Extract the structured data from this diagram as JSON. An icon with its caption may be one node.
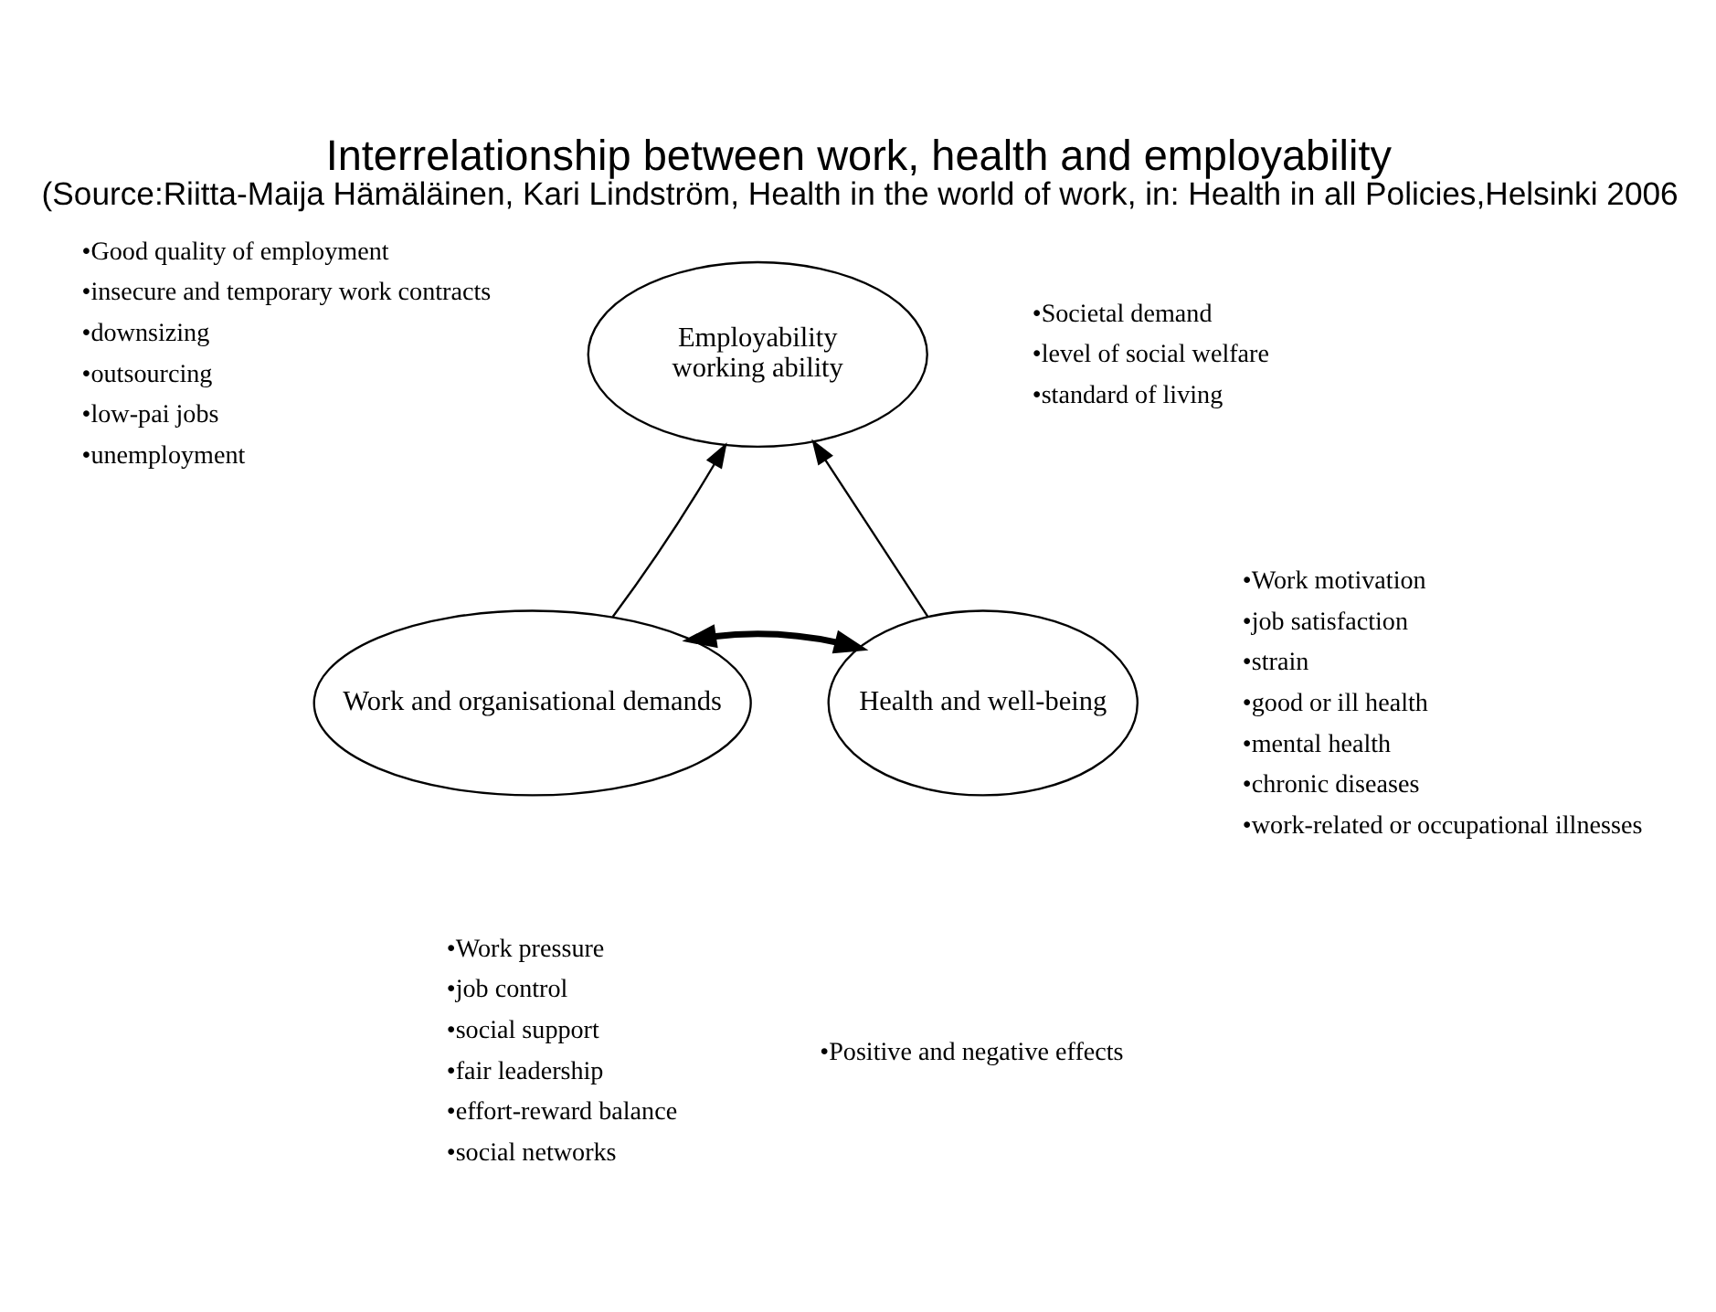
{
  "diagram": {
    "title": "Interrelationship between work, health and employability",
    "caption": "(Source:Riitta-Maija Hämäläinen, Kari Lindström, Health in the world of work, in: Health in all Policies,Helsinki 2006",
    "nodes": [
      {
        "text": [
          "Employability",
          "working ability"
        ]
      },
      {
        "text": [
          "Work and organisational demands"
        ]
      },
      {
        "text": [
          "Health and well-being"
        ]
      }
    ],
    "edges": [
      {
        "from": 1,
        "to": 0,
        "arrow": "to"
      },
      {
        "from": 2,
        "to": 0,
        "arrow": "to"
      },
      {
        "from": 1,
        "to": 2,
        "arrow": "both",
        "style": "thick"
      }
    ],
    "labels": [
      "•Good quality of employment",
      "•insecure and temporary work contracts",
      "•downsizing",
      "•outsourcing",
      "•low-pai jobs",
      "•unemployment",
      "•Societal demand",
      "•level of social welfare",
      "•standard of living",
      "•Work motivation",
      "•job satisfaction",
      "•strain",
      "•good or ill health",
      "•mental health",
      "•chronic diseases",
      "•work-related or occupational illnesses",
      "•Work pressure",
      "•job control",
      "•social support",
      "•fair leadership",
      "•effort-reward balance",
      "•social networks",
      "•Positive and negative effects"
    ]
  }
}
